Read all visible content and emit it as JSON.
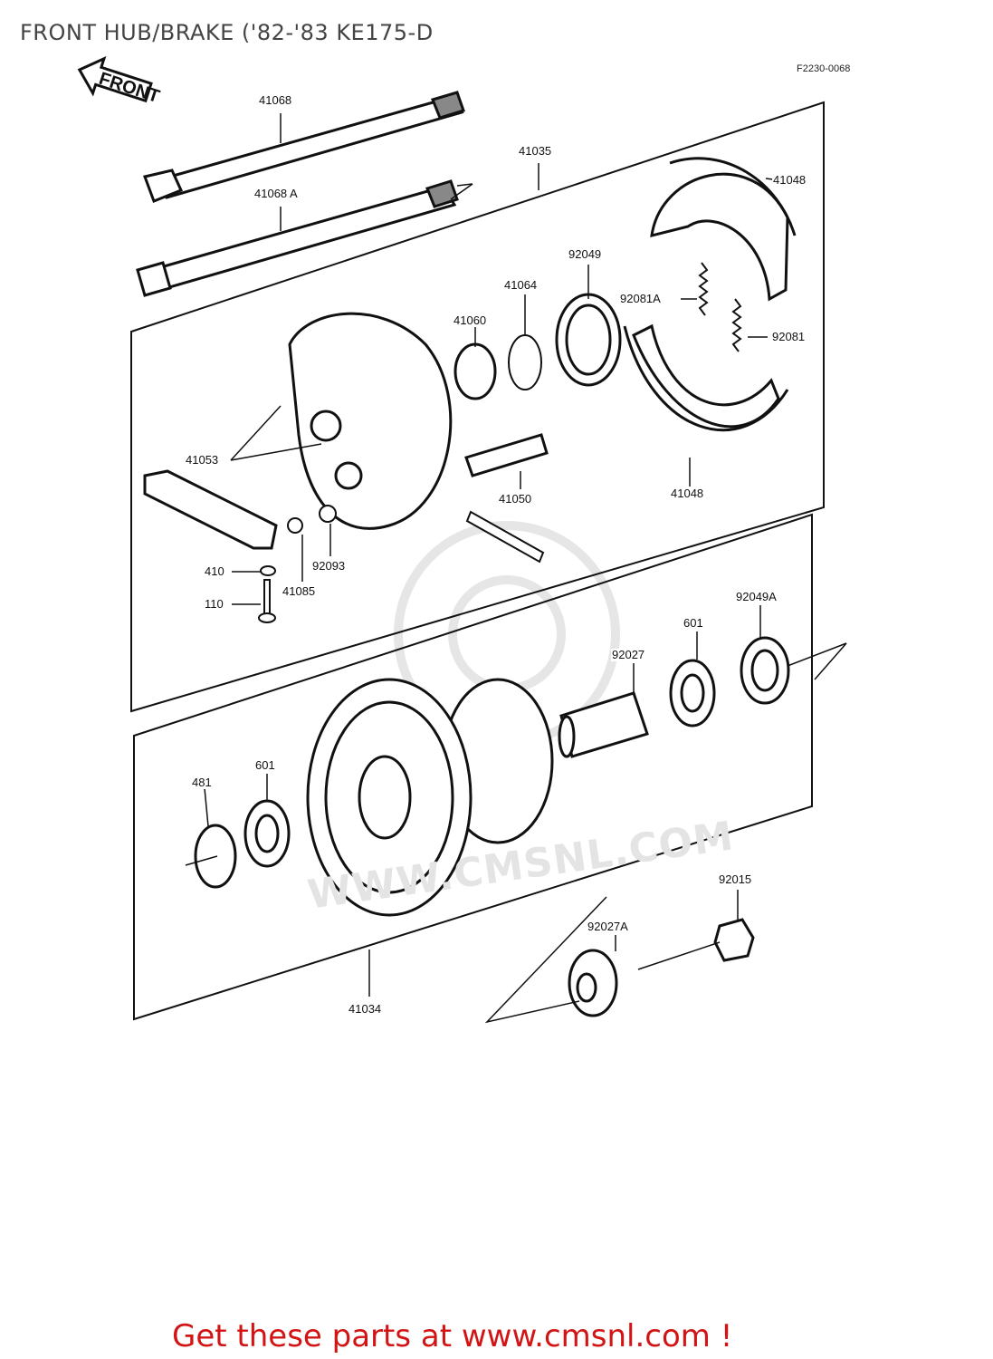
{
  "title": "FRONT HUB/BRAKE ('82-'83 KE175-D",
  "diagram_code": "F2230-0068",
  "front_badge": "FRONT",
  "watermark": "WWW.CMSNL.COM",
  "cta": "Get these parts at www.cmsnl.com !",
  "parts": {
    "p41068": "41068",
    "p41068A": "41068 A",
    "p41035": "41035",
    "p41048_top": "41048",
    "p92049": "92049",
    "p41064": "41064",
    "p92081A": "92081A",
    "p41060": "41060",
    "p92081": "92081",
    "p41053": "41053",
    "p41050": "41050",
    "p41048_bottom": "41048",
    "p410": "410",
    "p92093": "92093",
    "p41085": "41085",
    "p110": "110",
    "p92049A": "92049A",
    "p601_right": "601",
    "p92027": "92027",
    "p481": "481",
    "p601_left": "601",
    "p92015": "92015",
    "p92027A": "92027A",
    "p41034": "41034"
  }
}
